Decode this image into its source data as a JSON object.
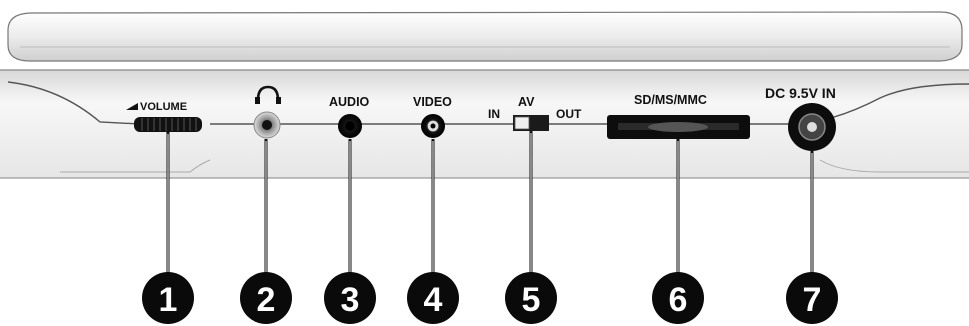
{
  "labels": {
    "volume": "VOLUME",
    "audio": "AUDIO",
    "video": "VIDEO",
    "av_in": "IN",
    "av": "AV",
    "av_out": "OUT",
    "card": "SD/MS/MMC",
    "dc": "DC 9.5V IN"
  },
  "icons": {
    "headphone": "headphone-icon",
    "volume_ramp": "volume-ramp-icon"
  },
  "callouts": [
    "1",
    "2",
    "3",
    "4",
    "5",
    "6",
    "7"
  ]
}
